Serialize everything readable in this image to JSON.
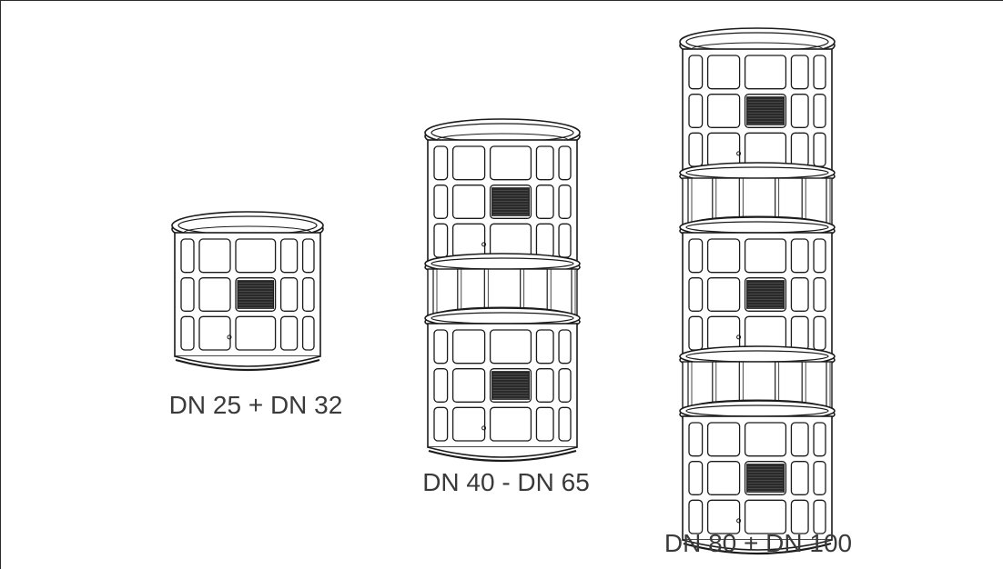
{
  "colors": {
    "frame": "#2b2b2b",
    "stroke": "#1a1a1a",
    "mesh": "#2a2a2a",
    "label": "#3a3a3a",
    "background": "#ffffff"
  },
  "strainers": [
    {
      "label": "DN 25 + DN 32",
      "modules": 1,
      "icon": "strainer-basket-small-icon"
    },
    {
      "label": "DN 40 - DN 65",
      "modules": 2,
      "icon": "strainer-basket-medium-icon"
    },
    {
      "label": "DN 80 + DN 100",
      "modules": 3,
      "icon": "strainer-basket-large-icon"
    }
  ]
}
